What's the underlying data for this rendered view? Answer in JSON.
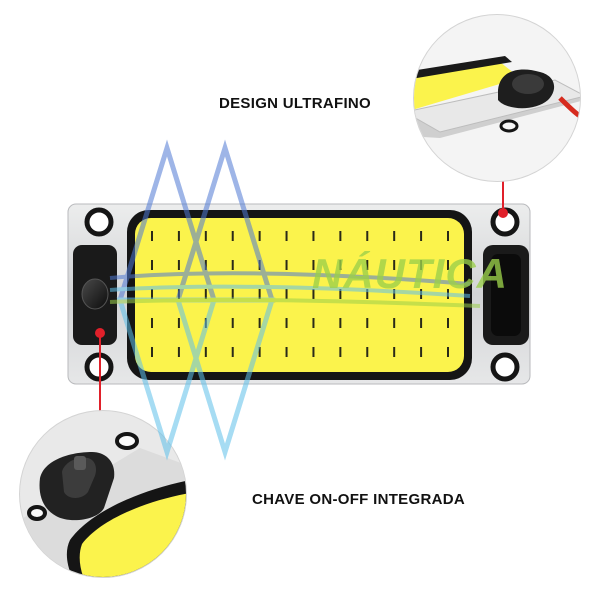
{
  "callouts": {
    "top": "DESIGN ULTRAFINO",
    "bottom": "CHAVE ON-OFF INTEGRADA"
  },
  "watermark": {
    "text": "NÁUTICA"
  },
  "colors": {
    "led_yellow": "#fbf34c",
    "frame_black": "#151515",
    "plate_gray": "#d9dadc",
    "indicator_red": "#e0202a",
    "watermark_blue": "#4f79d4",
    "watermark_green": "#9bd04a",
    "watermark_cyan": "#5fc0ea"
  }
}
